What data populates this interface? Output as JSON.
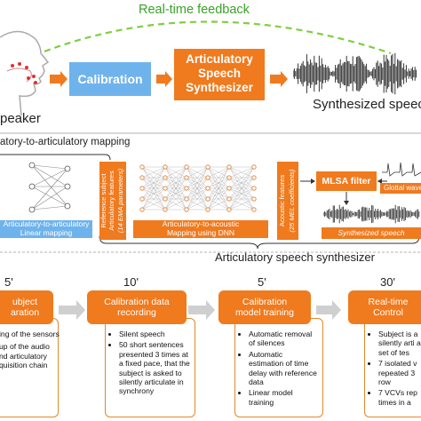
{
  "top": {
    "feedback_label": "Real-time feedback",
    "speaker_label": "peaker",
    "calibration_label": "Calibration",
    "synth_label_1": "Articulatory",
    "synth_label_2": "Speech",
    "synth_label_3": "Synthesizer",
    "synthesized_label": "Synthesized speec",
    "colors": {
      "feedback": "#7fcf3f",
      "calibration": "#6fb3ec",
      "synth": "#f07a1e"
    }
  },
  "middle": {
    "mapping_title": "atory-to-articulatory mapping",
    "a2a_label": "Articulatory-to-articulatory",
    "a2a_sub": "Linear mapping",
    "ref_subject_1": "Reference subject",
    "ref_subject_2": "Articulatory features",
    "ref_subject_3": "(14 EMA parameters)",
    "a2ac_label": "Articulatory-to-acoustic",
    "a2ac_sub": "Mapping using DNN",
    "acoustic_1": "Acoustic features",
    "acoustic_2": "(25 MEL coefficients)",
    "mlsa_label": "MLSA filter",
    "glottal_label": "Glottal wave",
    "synthesized_label": "Synthesized speech",
    "synth_caption": "Articulatory speech synthesizer"
  },
  "bottom": {
    "steps": [
      {
        "time": "5'",
        "header_1": "ubject",
        "header_2": "aration",
        "items": [
          "ing of the sensors",
          "up of the audio\nnd articulatory\nquisition chain"
        ]
      },
      {
        "time": "10'",
        "header_1": "Calibration data",
        "header_2": "recording",
        "items": [
          "Silent speech",
          "50 short sentences presented 3 times at a fixed pace, that the subject is asked to silently articulate in synchrony"
        ]
      },
      {
        "time": "5'",
        "header_1": "Calibration",
        "header_2": "model training",
        "items": [
          "Automatic removal of silences",
          "Automatic estimation of time delay with reference data",
          "Linear model training"
        ]
      },
      {
        "time": "30'",
        "header_1": "Real-time",
        "header_2": "Control",
        "items": [
          "Subject is a silently arti a set of tes",
          "7 isolated v repeated 3 row",
          "7 VCVs rep times in a"
        ]
      }
    ]
  }
}
